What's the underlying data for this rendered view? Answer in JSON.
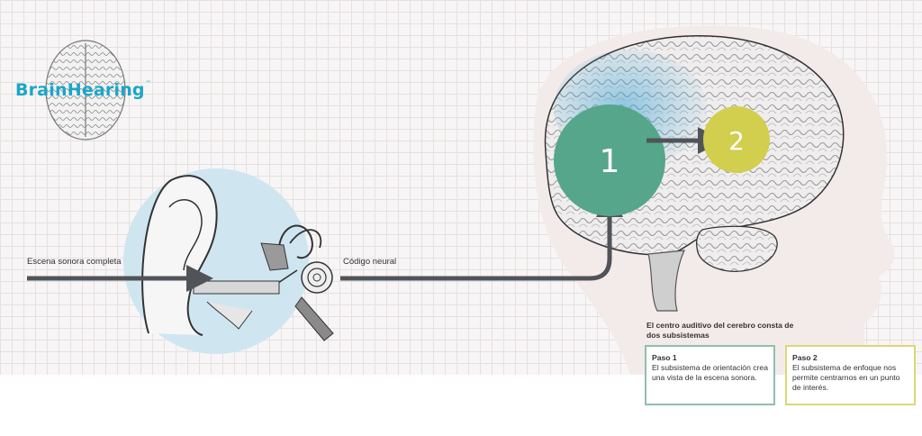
{
  "logo": {
    "text": "BrainHearing",
    "tm": "™"
  },
  "labels": {
    "scene": "Escena sonora completa",
    "neural": "Código neural",
    "intro": "El centro auditivo del cerebro consta de dos subsistemas"
  },
  "nodes": {
    "one": "1",
    "two": "2"
  },
  "steps": [
    {
      "title": "Paso 1",
      "text": "El subsistema de orientación crea una vista de la escena sonora."
    },
    {
      "title": "Paso 2",
      "text": "El subsistema de enfoque nos permite centrarnos en un punto de interés."
    }
  ],
  "colors": {
    "logo": "#1aa6c8",
    "node_one": "#55a68a",
    "node_two": "#d2ce4e",
    "arrow": "#505357",
    "ear_circle": "#cfe6f1",
    "step1_border": "#8fbfae",
    "step2_border": "#dad873"
  },
  "icons": {
    "brain_small": "brain-icon",
    "ear": "ear-anatomy-illustration",
    "brain_large": "brain-illustration"
  }
}
